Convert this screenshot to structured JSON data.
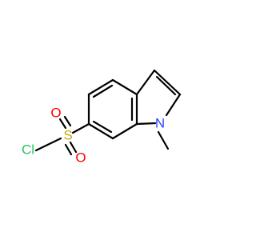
{
  "molecule": {
    "atoms": {
      "chlorine": {
        "label": "Cl",
        "color": "#22c55e"
      },
      "sulfur": {
        "label": "S",
        "color": "#c6a700"
      },
      "oxygen_top": {
        "label": "O",
        "color": "#ff0000"
      },
      "oxygen_bottom": {
        "label": "O",
        "color": "#ff0000"
      },
      "nitrogen": {
        "label": "N",
        "color": "#2f45ff"
      }
    },
    "bond_color": "#000000"
  }
}
